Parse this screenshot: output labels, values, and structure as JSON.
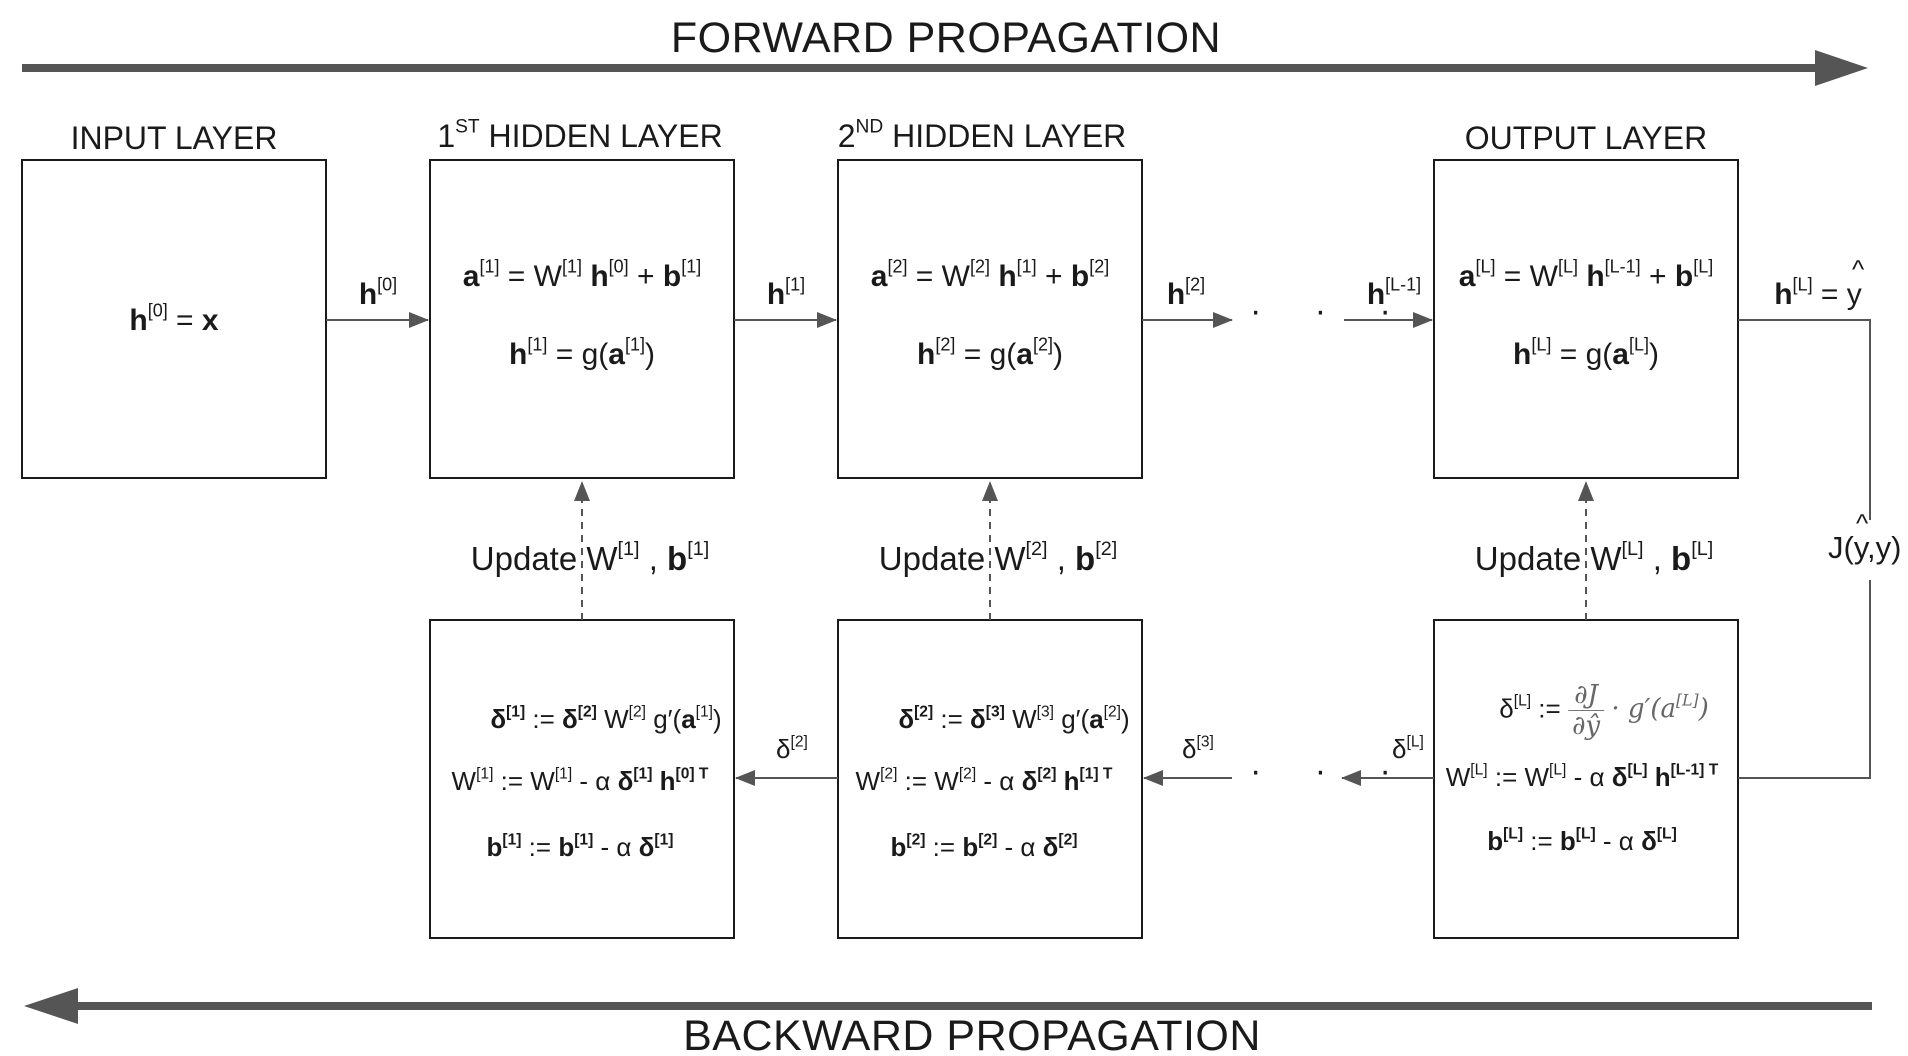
{
  "titles": {
    "forward": "FORWARD PROPAGATION",
    "backward": "BACKWARD PROPAGATION"
  },
  "layers": {
    "input": "INPUT LAYER",
    "hidden1_num": "1",
    "hidden1_ord": "ST",
    "hidden1_rest": "HIDDEN LAYER",
    "hidden2_num": "2",
    "hidden2_ord": "ND",
    "hidden2_rest": "HIDDEN LAYER",
    "output": "OUTPUT LAYER"
  },
  "update_labels": {
    "word": "Update",
    "w": "W",
    "b": "b",
    "sep": ",",
    "l1": "[1]",
    "l2": "[2]",
    "lL": "[L]"
  },
  "misc": {
    "dots": "· · ·",
    "cost": "J(y,y)",
    "hat": "^"
  },
  "colors": {
    "box_border": "#1a1a1a",
    "arrow": "#555555",
    "big_arrow": "#555555",
    "text": "#1a1a1a"
  }
}
